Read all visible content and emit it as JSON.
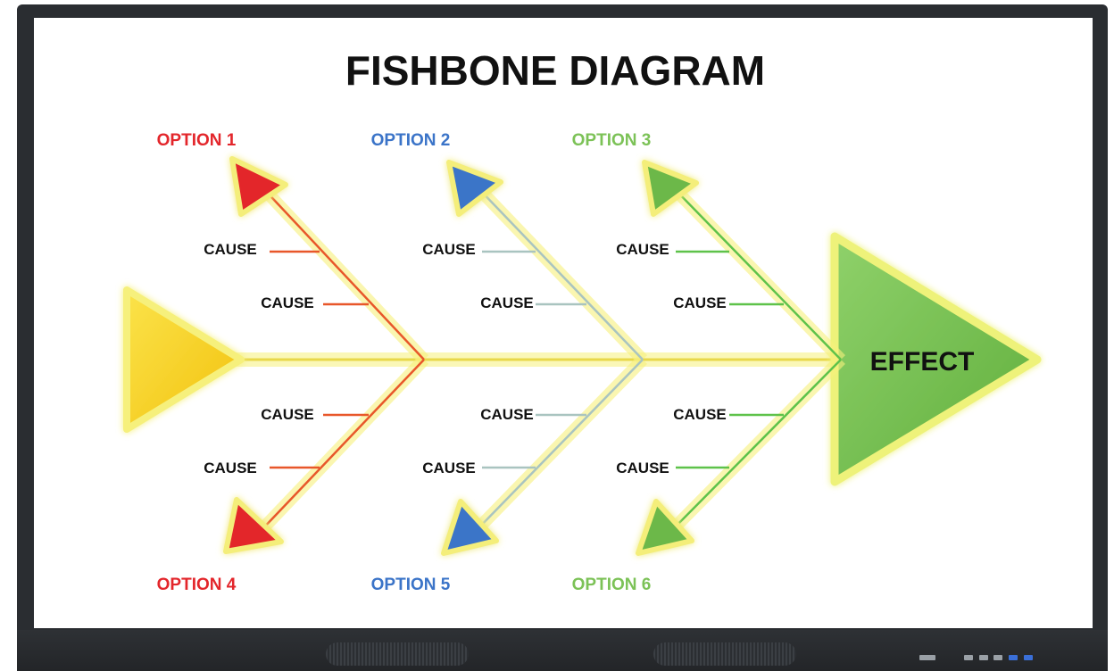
{
  "diagram": {
    "title": "FISHBONE DIAGRAM",
    "effect": "EFFECT",
    "options": [
      {
        "label": "OPTION 1",
        "color": "#e3262b"
      },
      {
        "label": "OPTION 2",
        "color": "#3b74c8"
      },
      {
        "label": "OPTION 3",
        "color": "#7cc257"
      },
      {
        "label": "OPTION 4",
        "color": "#e3262b"
      },
      {
        "label": "OPTION 5",
        "color": "#3b74c8"
      },
      {
        "label": "OPTION 6",
        "color": "#7cc257"
      }
    ],
    "cause_label": "CAUSE",
    "colors": {
      "spine_glow": "#f4ee7a",
      "head_triangle": "#f7d92a",
      "effect_triangle": "#7ec65a",
      "text": "#111111"
    }
  }
}
